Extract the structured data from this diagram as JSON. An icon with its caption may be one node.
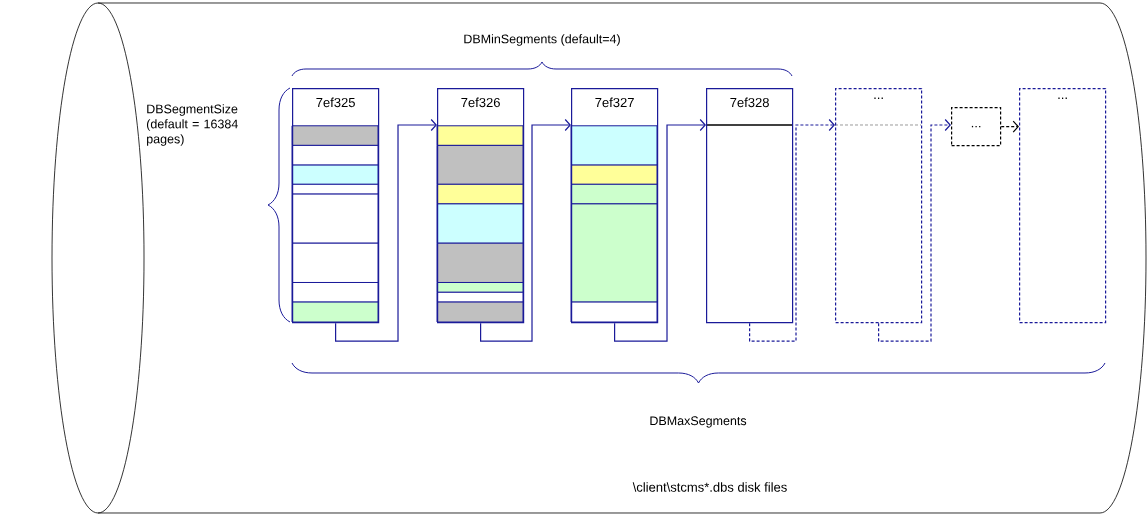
{
  "diagram": {
    "nodes": [
      {
        "text": [
          "\\client\\stcms*.dbs disk files"
        ]
      },
      {
        "text": [
          "7ef325"
        ],
        "in": 0
      },
      {
        "text": [
          "7ef326"
        ],
        "in": 0
      },
      {
        "text": [
          "7ef327"
        ],
        "in": 0
      },
      {
        "text": [
          "7ef328"
        ],
        "in": 0
      },
      {
        "text": [
          "..."
        ],
        "in": 0
      },
      {
        "text": [
          "..."
        ],
        "in": 0
      },
      {
        "text": [
          "..."
        ],
        "in": 0
      }
    ],
    "edges": [
      {
        "from": 1,
        "to": 2,
        "arrow": "to"
      },
      {
        "from": 2,
        "to": 3,
        "arrow": "to"
      },
      {
        "from": 3,
        "to": 4,
        "arrow": "to"
      },
      {
        "from": 4,
        "to": 5,
        "arrow": "to",
        "style": "dashed"
      },
      {
        "from": 5,
        "to": 6,
        "arrow": "to",
        "style": "dashed"
      },
      {
        "from": 6,
        "to": 7,
        "arrow": "to",
        "style": "dashed",
        "color": "#000000"
      }
    ],
    "labels": [
      "DBMinSegments (default=4)",
      "DBSegmentSize (default = 16384 pages)",
      "DBMaxSegments"
    ]
  }
}
